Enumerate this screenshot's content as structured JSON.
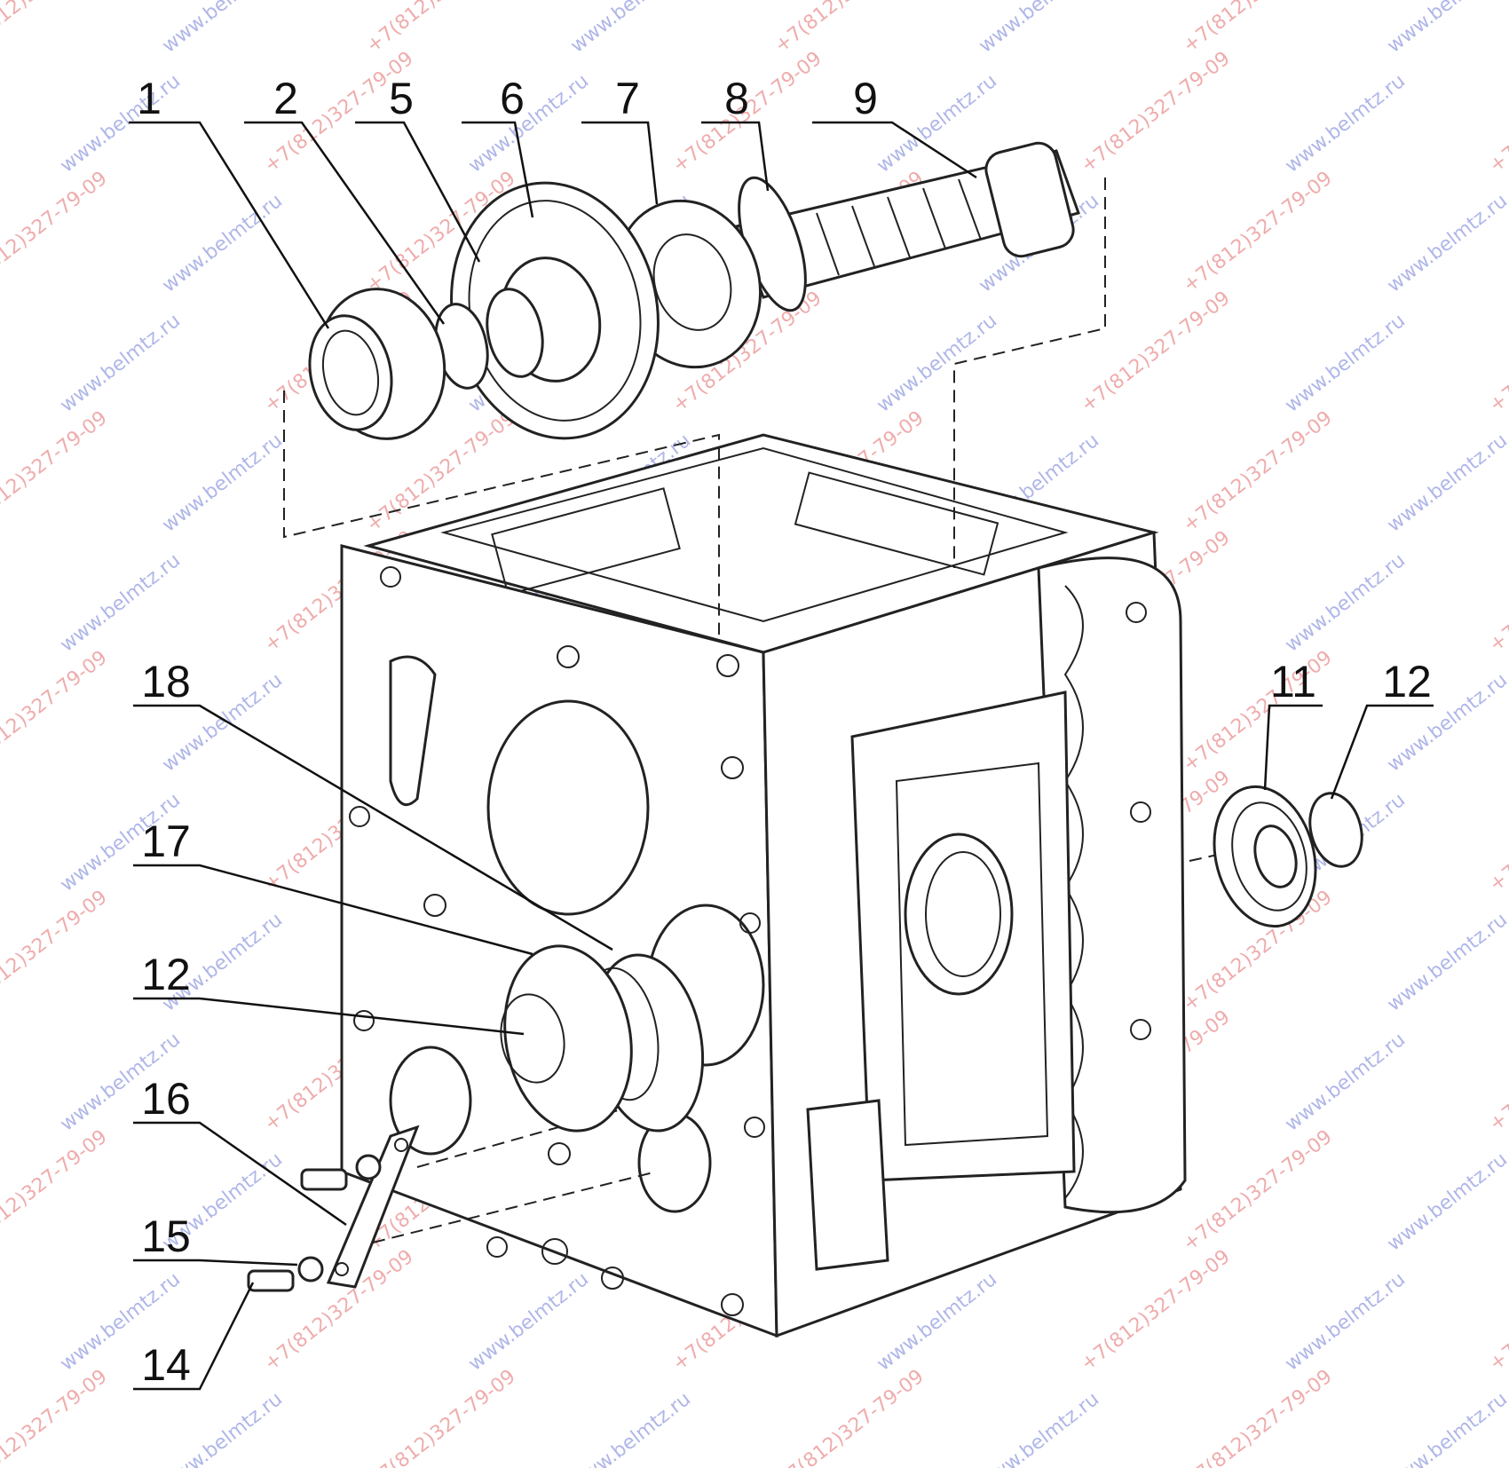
{
  "watermark": {
    "site": "www.belmtz.ru",
    "phone": "+7(812)327-79-09"
  },
  "callouts": [
    {
      "id": "c1",
      "label": "1"
    },
    {
      "id": "c2",
      "label": "2"
    },
    {
      "id": "c5",
      "label": "5"
    },
    {
      "id": "c6",
      "label": "6"
    },
    {
      "id": "c7",
      "label": "7"
    },
    {
      "id": "c8",
      "label": "8"
    },
    {
      "id": "c9",
      "label": "9"
    },
    {
      "id": "c11",
      "label": "11"
    },
    {
      "id": "c12a",
      "label": "12"
    },
    {
      "id": "c18",
      "label": "18"
    },
    {
      "id": "c17",
      "label": "17"
    },
    {
      "id": "c12b",
      "label": "12"
    },
    {
      "id": "c16",
      "label": "16"
    },
    {
      "id": "c15",
      "label": "15"
    },
    {
      "id": "c14",
      "label": "14"
    }
  ]
}
